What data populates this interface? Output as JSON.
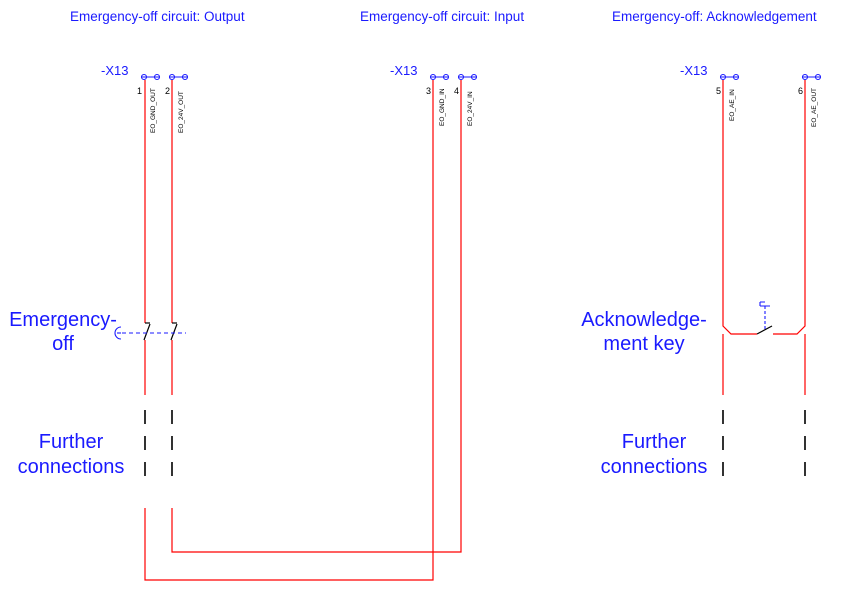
{
  "titles": {
    "output": "Emergency-off circuit: Output",
    "input": "Emergency-off circuit: Input",
    "ack": "Emergency-off: Acknowledgement"
  },
  "connectors": {
    "left": "-X13",
    "middle": "-X13",
    "right": "-X13"
  },
  "pins": [
    {
      "num": "1",
      "signal": "EO_GND_OUT"
    },
    {
      "num": "2",
      "signal": "EO_24V_OUT"
    },
    {
      "num": "3",
      "signal": "EO_GND_IN"
    },
    {
      "num": "4",
      "signal": "EO_24V_IN"
    },
    {
      "num": "5",
      "signal": "EO_AE_IN"
    },
    {
      "num": "6",
      "signal": "EO_AE_OUT"
    }
  ],
  "labels": {
    "emergency_line1": "Emergency-",
    "emergency_line2": "off",
    "ack_line1": "Acknowledge-",
    "ack_line2": "ment key",
    "further_left_line1": "Further",
    "further_left_line2": "connections",
    "further_right_line1": "Further",
    "further_right_line2": "connections"
  },
  "colors": {
    "wire": "#ff0000",
    "text": "#1a1aff",
    "symbol": "#000000"
  }
}
